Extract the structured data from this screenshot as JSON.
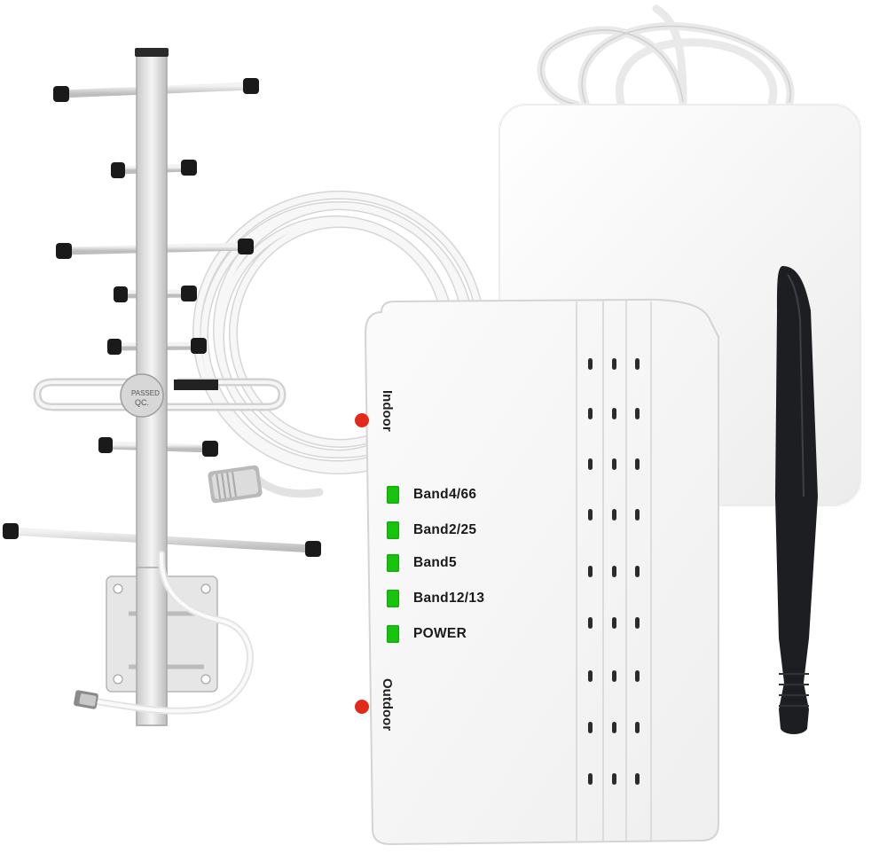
{
  "booster": {
    "port_labels": {
      "indoor": "Indoor",
      "outdoor": "Outdoor"
    },
    "leds": [
      {
        "label": "Band4/66"
      },
      {
        "label": "Band2/25"
      },
      {
        "label": "Band5"
      },
      {
        "label": "Band12/13"
      },
      {
        "label": "POWER"
      }
    ]
  },
  "yagi_antenna": {
    "qc_sticker": {
      "top": "PASSED",
      "bottom": "QC."
    }
  },
  "colors": {
    "led_green": "#19c40f",
    "port_red": "#e22a1a",
    "body_white": "#f4f4f4",
    "antenna_black": "#1c1e22"
  }
}
